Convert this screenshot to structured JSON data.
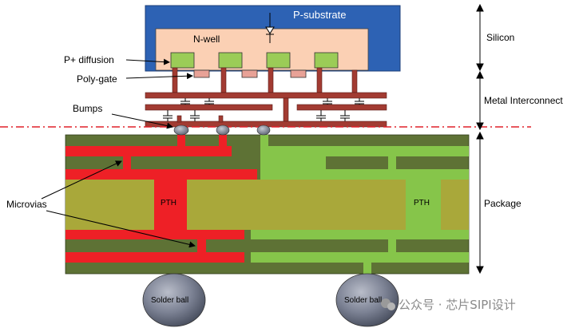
{
  "labels": {
    "p_substrate": "P-substrate",
    "n_well": "N-well",
    "p_diffusion": "P+ diffusion",
    "poly_gate": "Poly-gate",
    "bumps": "Bumps",
    "microvias": "Microvias",
    "pth_left": "PTH",
    "pth_right": "PTH",
    "solder_left": "Solder ball",
    "solder_right": "Solder ball"
  },
  "regions": {
    "silicon": "Silicon",
    "metal": "Metal Interconnect",
    "package": "Package"
  },
  "watermark": "公众号 · 芯片SIPI设计",
  "colors": {
    "substrate": "#2d62b4",
    "nwell": "#fbd0b4",
    "pdiff": "#9bcc57",
    "poly": "#e8a297",
    "metal": "#a23b32",
    "pkg_dark": "#5e7235",
    "pkg_olive": "#a9a83a",
    "red_net": "#ee2026",
    "green_net": "#86c54a",
    "dashed": "#e0202a"
  }
}
